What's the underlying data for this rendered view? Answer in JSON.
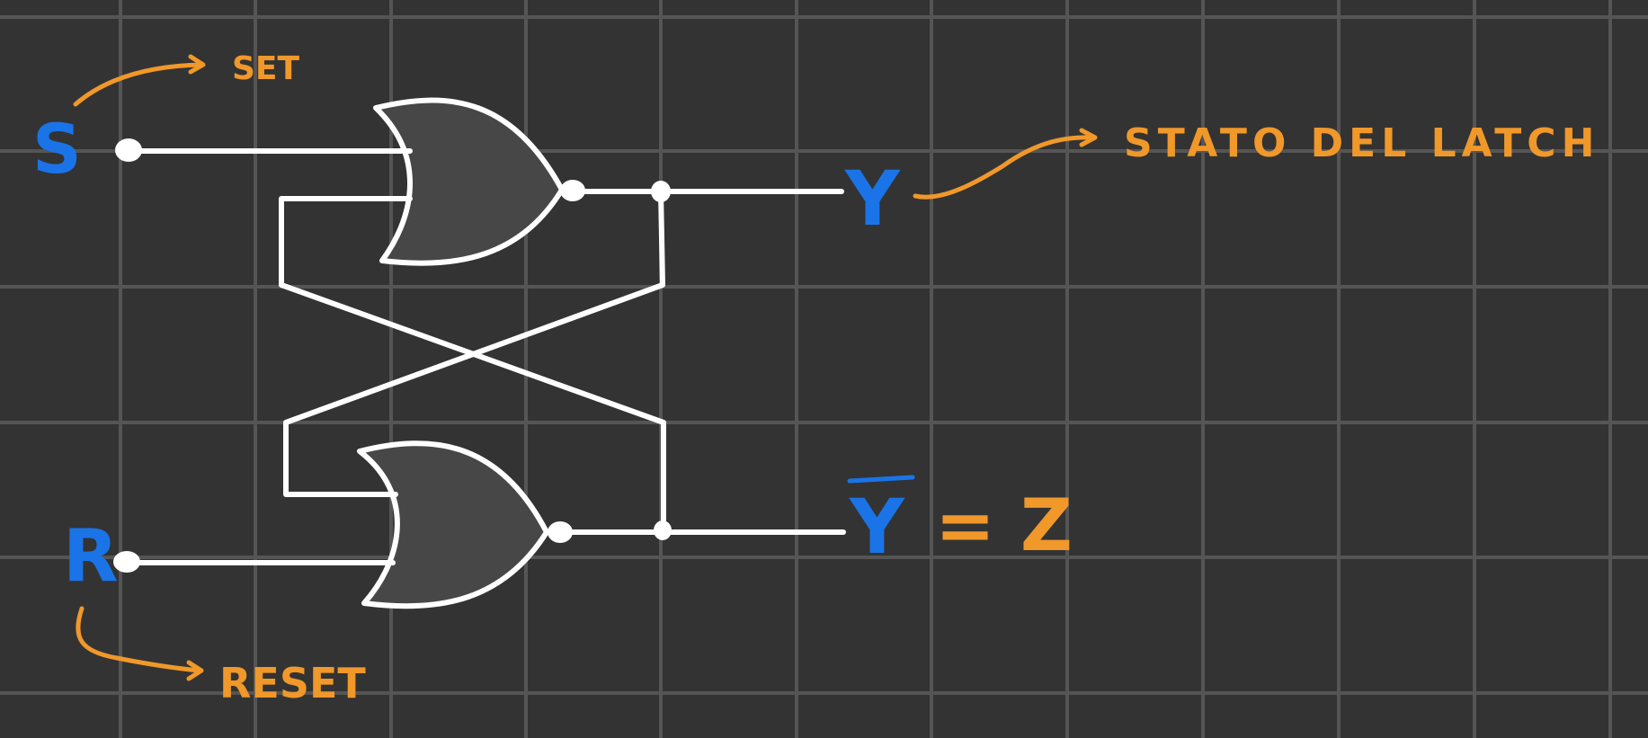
{
  "diagram": {
    "inputs": {
      "s": {
        "letter": "S",
        "note": "SET"
      },
      "r": {
        "letter": "R",
        "note": "RESET"
      }
    },
    "outputs": {
      "y": {
        "letter": "Y",
        "note": "STATO DEL LATCH"
      },
      "y_bar": {
        "letter": "Y",
        "equals": "= Z"
      }
    },
    "gates": {
      "top": "nor-gate",
      "bottom": "nor-gate"
    },
    "colors": {
      "background": "#333333",
      "grid": "#555555",
      "wire": "#ffffff",
      "gate_fill": "#474747",
      "input_label": "#1a74e8",
      "annotation": "#f0982a"
    }
  }
}
